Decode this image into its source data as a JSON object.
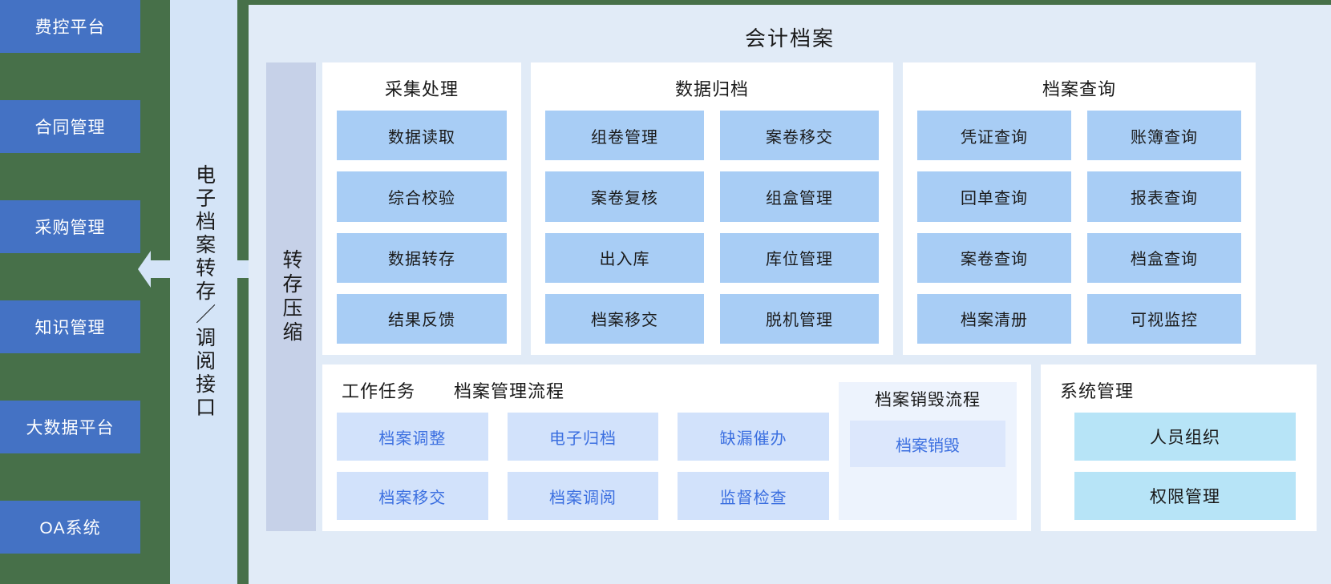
{
  "left_systems": [
    {
      "label": "费控平台"
    },
    {
      "label": "合同管理"
    },
    {
      "label": "采购管理"
    },
    {
      "label": "知识管理"
    },
    {
      "label": "大数据平台"
    },
    {
      "label": "OA系统"
    }
  ],
  "interface_band": {
    "label": "电子档案转存／调阅接口",
    "arrow_left": "left-arrow-icon",
    "arrow_right": "right-arrow-icon"
  },
  "main": {
    "title": "会计档案",
    "compress_label": "转存压缩",
    "sections": [
      {
        "title": "采集处理",
        "columns": 1,
        "items": [
          "数据读取",
          "综合校验",
          "数据转存",
          "结果反馈"
        ]
      },
      {
        "title": "数据归档",
        "columns": 2,
        "items": [
          "组卷管理",
          "案卷移交",
          "案卷复核",
          "组盒管理",
          "出入库",
          "库位管理",
          "档案移交",
          "脱机管理"
        ]
      },
      {
        "title": "档案查询",
        "columns": 2,
        "items": [
          "凭证查询",
          "账簿查询",
          "回单查询",
          "报表查询",
          "案卷查询",
          "档盒查询",
          "档案清册",
          "可视监控"
        ]
      }
    ],
    "work": {
      "heading_1": "工作任务",
      "heading_2": "档案管理流程",
      "items": [
        "档案调整",
        "电子归档",
        "缺漏催办",
        "档案移交",
        "档案调阅",
        "监督检查"
      ],
      "destroy": {
        "title": "档案销毁流程",
        "item": "档案销毁"
      }
    },
    "system": {
      "title": "系统管理",
      "items": [
        "人员组织",
        "权限管理"
      ]
    }
  },
  "colors": {
    "green_bg": "#477049",
    "system_box": "#4472C4",
    "interface_band": "#D4E4F7",
    "panel_bg": "#E1EBF7",
    "card_bg": "#FFFFFF",
    "chip": "#A8CDF5",
    "chip_soft": "#D2E2FB",
    "chip_soft_text": "#3B6FE0",
    "chip_cyan": "#B7E4F7",
    "compress_strip": "#C6D1E8",
    "destroy_panel": "#EDF3FD"
  }
}
